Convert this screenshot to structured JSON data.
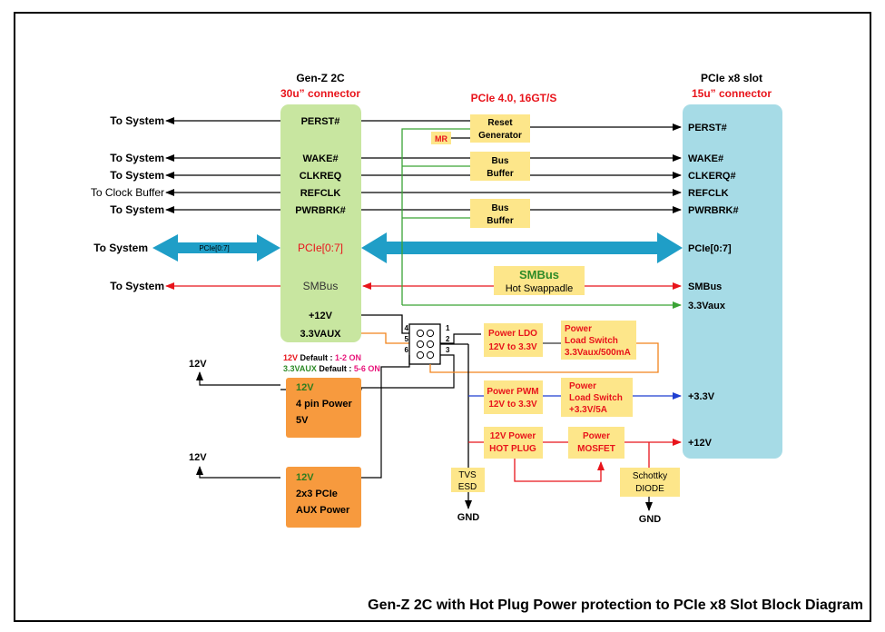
{
  "title": "Gen-Z 2C with Hot Plug Power protection to PCIe x8 Slot Block Diagram",
  "genz": {
    "name": "Gen-Z 2C",
    "sub": "30u” connector"
  },
  "pcie_slot": {
    "name": "PCIe x8 slot",
    "sub": "15u” connector"
  },
  "speed": "PCIe 4.0, 16GT/S",
  "left_labels": [
    "To System",
    "To System",
    "To System",
    "To Clock Buffer",
    "To System",
    "To System",
    "To System"
  ],
  "genz_pins": [
    "PERST#",
    "WAKE#",
    "CLKREQ",
    "REFCLK",
    "PWRBRK#",
    "PCIe[0:7]",
    "SMBus",
    "+12V",
    "3.3VAUX"
  ],
  "slot_pins": [
    "PERST#",
    "WAKE#",
    "CLKERQ#",
    "REFCLK",
    "PWRBRK#",
    "PCIe[0:7]",
    "SMBus",
    "3.3Vaux",
    "+3.3V",
    "+12V"
  ],
  "pcie_small_label": "PCIe[0:7]",
  "reset_gen": [
    "Reset",
    "Generator"
  ],
  "mr": "MR",
  "bus_buffer": [
    "Bus",
    "Buffer"
  ],
  "smbus_box": {
    "title": "SMBus",
    "sub": "Hot Swappadle"
  },
  "power_ldo": [
    "Power LDO",
    "12V to 3.3V"
  ],
  "load_switch_1": [
    "Power",
    "Load Switch",
    "3.3Vaux/500mA"
  ],
  "power_pwm": [
    "Power PWM",
    "12V to 3.3V"
  ],
  "load_switch_2": [
    "Power",
    "Load Switch",
    "+3.3V/5A"
  ],
  "hot_plug": [
    "12V Power",
    "HOT PLUG"
  ],
  "mosfet": [
    "Power",
    "MOSFET"
  ],
  "tvs": [
    "TVS",
    "ESD"
  ],
  "schottky": [
    "Schottky",
    "DIODE"
  ],
  "gnd": "GND",
  "jumper_pins": [
    "1",
    "2",
    "3",
    "4",
    "5",
    "6"
  ],
  "default_12v": {
    "a": "12V",
    "b": " Default : ",
    "c": "1-2 ON"
  },
  "default_33": {
    "a": "3.3VAUX",
    "b": " Default : ",
    "c": "5-6 ON"
  },
  "v12": "12V",
  "power_4pin": [
    "12V",
    "4 pin Power",
    "5V"
  ],
  "power_aux": [
    "12V",
    "2x3 PCIe",
    "AUX Power"
  ],
  "colors": {
    "genz": "#c8e6a0",
    "slot": "#a6dbe6",
    "box": "#fde68a",
    "orange": "#f79a3e",
    "cyan": "#1f9ec7"
  }
}
